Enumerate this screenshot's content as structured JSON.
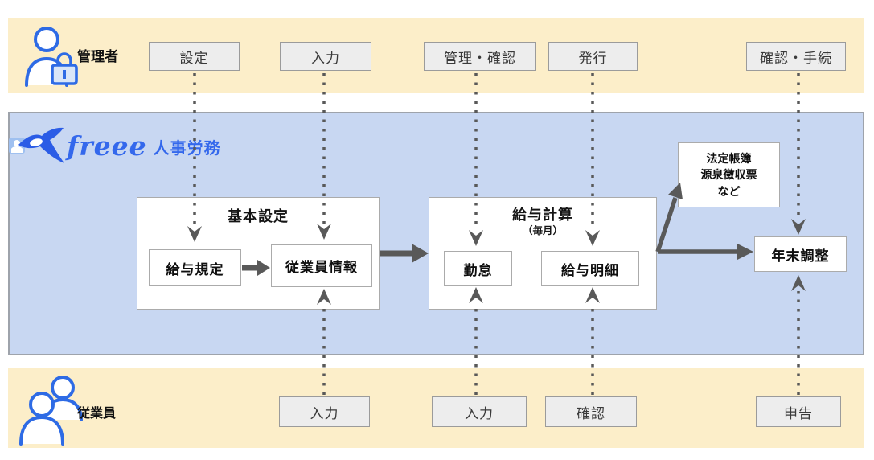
{
  "brand": {
    "logo_word": "freee",
    "product_name": "人事労務"
  },
  "actors": {
    "admin": {
      "label": "管理者"
    },
    "employee": {
      "label": "従業員"
    }
  },
  "admin_steps": [
    {
      "label": "設定"
    },
    {
      "label": "入力"
    },
    {
      "label": "管理・確認"
    },
    {
      "label": "発行"
    },
    {
      "label": "確認・手続"
    }
  ],
  "employee_steps": [
    {
      "label": "入力"
    },
    {
      "label": "入力"
    },
    {
      "label": "確認"
    },
    {
      "label": "申告"
    }
  ],
  "groups": {
    "basic": {
      "title": "基本設定",
      "item1": "給与規定",
      "item2": "従業員情報"
    },
    "payroll": {
      "title": "給与計算",
      "subtitle": "（毎月）",
      "item1": "勤怠",
      "item2": "給与明細"
    },
    "documents": {
      "line1": "法定帳簿",
      "line2": "源泉徴収票",
      "line3": "など"
    },
    "yearend": {
      "label": "年末調整"
    }
  },
  "colors": {
    "actor_band": "#FCEEC9",
    "product_band": "#C8D7F2",
    "accent_blue": "#3468EC",
    "icon_blue": "#2E6BE5",
    "arrow_gray": "#595959",
    "step_fill": "#EDEDED"
  }
}
